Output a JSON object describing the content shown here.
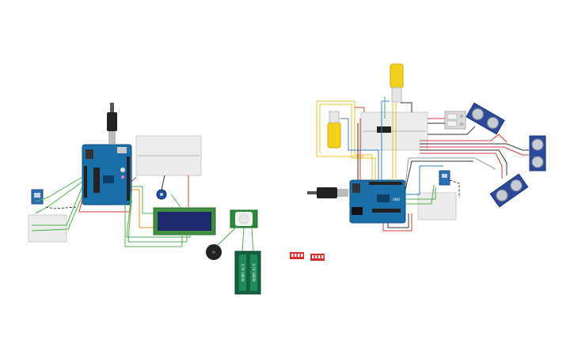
{
  "colors": {
    "arduino": "#1b6fa8",
    "arduino_dark": "#0f4f80",
    "breadboard": "#ececec",
    "wire_green": "#4caf50",
    "wire_red": "#d63b3b",
    "wire_black": "#333333",
    "wire_yellow": "#e8c21f",
    "wire_blue": "#2f7fd6",
    "wire_orange": "#e88a1f",
    "lcd_green": "#3e8e3e",
    "lcd_screen": "#1d2a6b",
    "battery": "#12603e",
    "dip_red": "#d62b2b",
    "motor_yellow": "#f1d11a",
    "sensor_blue": "#2c4a9b"
  },
  "labels": {
    "uno_right": "UNO",
    "battery_top": "3.7V 18650",
    "battery_bottom": "3.7V 18650"
  }
}
